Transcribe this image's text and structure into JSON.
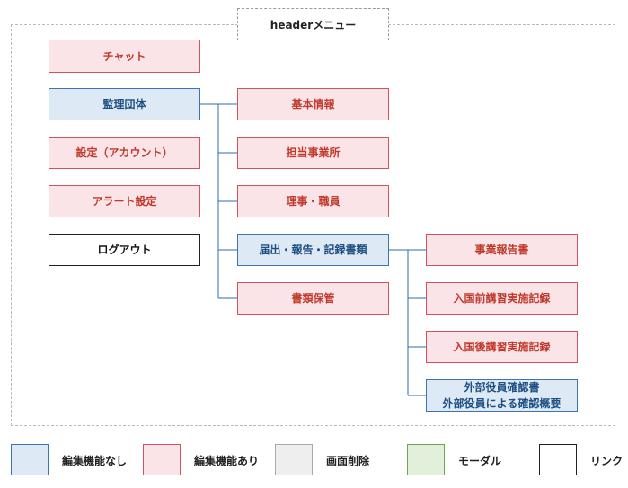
{
  "header": {
    "label": "headerメニュー"
  },
  "left_menu": {
    "chat": "チャット",
    "org": "監理団体",
    "account_settings": "設定（アカウント）",
    "alert_settings": "アラート設定",
    "logout": "ログアウト"
  },
  "org_children": {
    "basic_info": "基本情報",
    "office": "担当事業所",
    "directors": "理事・職員",
    "reports": "届出・報告・記録書類",
    "storage": "書類保管"
  },
  "report_children": {
    "business_report": "事業報告書",
    "pre_entry": "入国前講習実施記録",
    "post_entry": "入国後講習実施記録",
    "external_line1": "外部役員確認書",
    "external_line2": "外部役員による確認概要"
  },
  "legend": [
    {
      "label": "編集機能なし",
      "color": "#dde9f5",
      "border": "#3a75ac"
    },
    {
      "label": "編集機能あり",
      "color": "#fbe4e7",
      "border": "#d4525d"
    },
    {
      "label": "画面削除",
      "color": "#eeeeee",
      "border": "#aaaaaa"
    },
    {
      "label": "モーダル",
      "color": "#e2efda",
      "border": "#6aa84f"
    },
    {
      "label": "リンク",
      "color": "#ffffff",
      "border": "#222222"
    }
  ],
  "colors": {
    "connector_line": "#2e6ca8"
  }
}
